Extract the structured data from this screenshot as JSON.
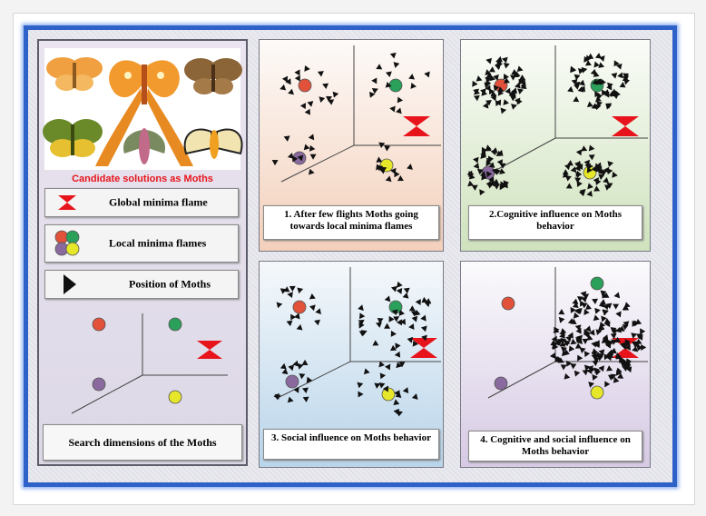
{
  "left_panel": {
    "moths_caption": "Candidate solutions as Moths",
    "legend": {
      "global": "Global minima flame",
      "local": "Local minima flames",
      "position": "Position of Moths"
    },
    "search_caption": "Search dimensions of the Moths"
  },
  "panels": [
    {
      "caption": "1. After few flights Moths going towards local minima flames"
    },
    {
      "caption": "2.Cognitive influence on Moths behavior"
    },
    {
      "caption": "3. Social influence on Moths behavior"
    },
    {
      "caption": "4. Cognitive and social influence on Moths behavior"
    }
  ],
  "colors": {
    "frame": "#2f62c8",
    "flame_red": "#e8141b",
    "local_red": "#e2523a",
    "local_green": "#2aa05a",
    "local_purple": "#8a6a9e",
    "local_yellow": "#e6e62a"
  }
}
